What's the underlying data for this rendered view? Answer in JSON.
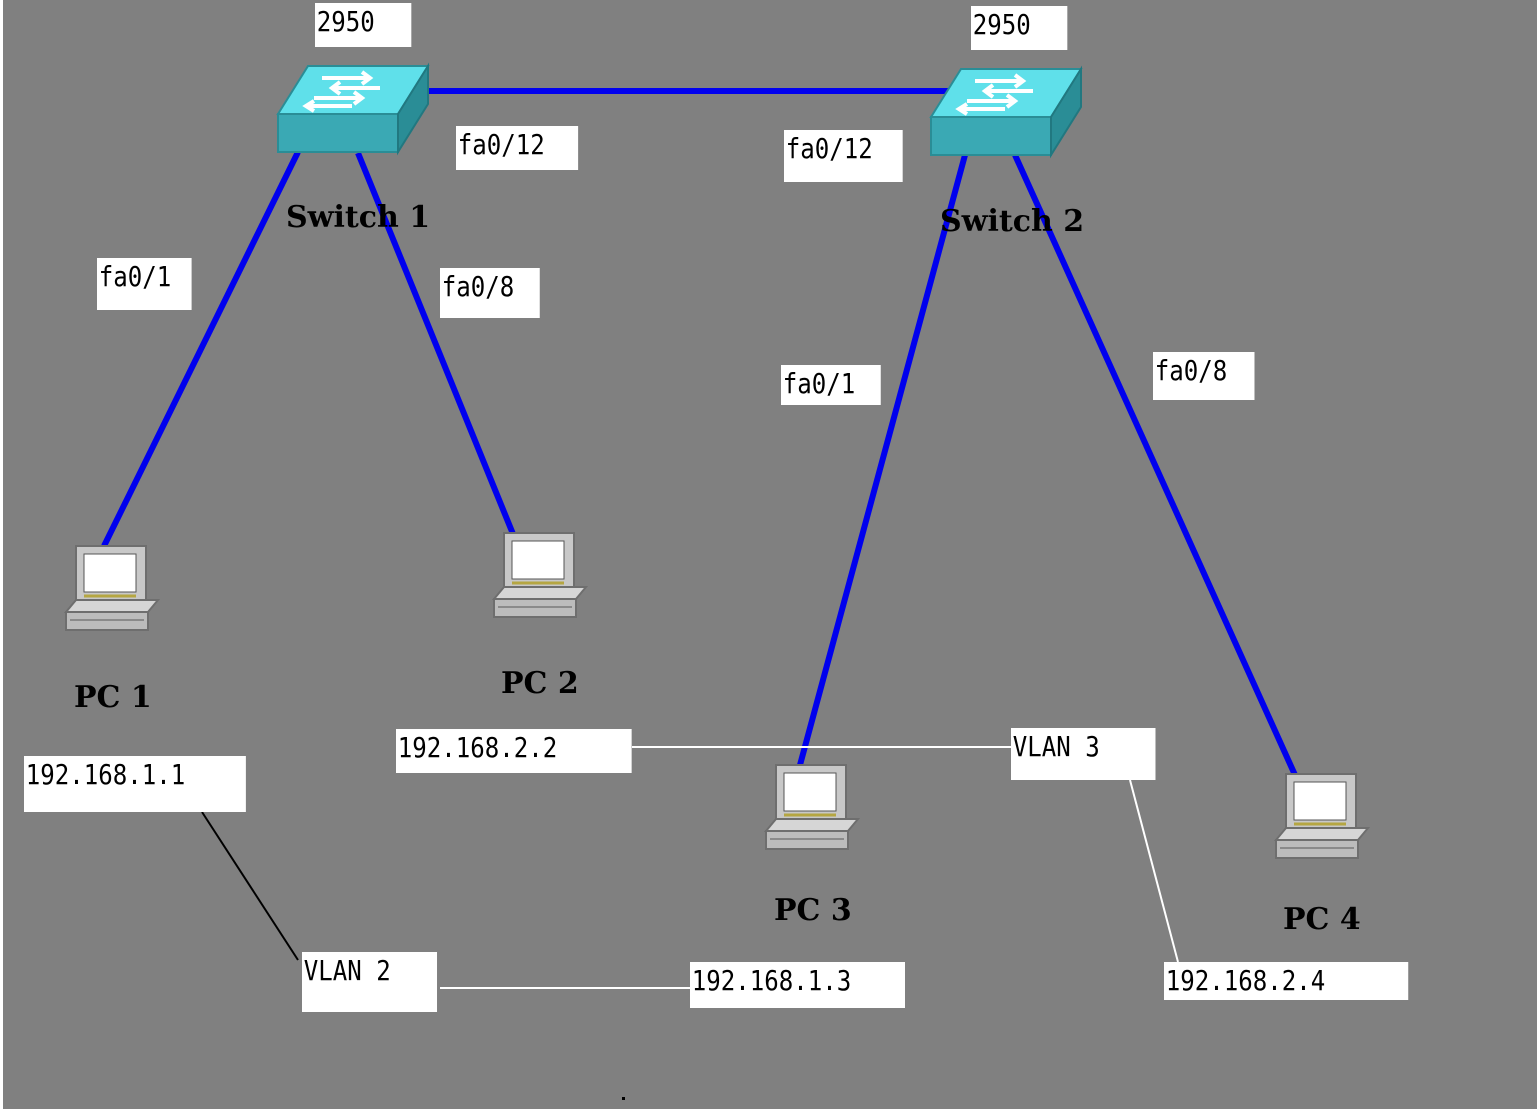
{
  "colors": {
    "background": "#808080",
    "link": "#0000ee",
    "annotation_line_white": "#ffffff",
    "annotation_line_black": "#000000",
    "switch_body": "#3aa9b4",
    "switch_top": "#5fe0ea"
  },
  "switches": [
    {
      "id": "switch-1",
      "name": "Switch 1",
      "model": "2950",
      "icon": "switch-icon"
    },
    {
      "id": "switch-2",
      "name": "Switch 2",
      "model": "2950",
      "icon": "switch-icon"
    }
  ],
  "pcs": [
    {
      "id": "pc-1",
      "name": "PC 1",
      "ip": "192.168.1.1",
      "icon": "computer-icon"
    },
    {
      "id": "pc-2",
      "name": "PC 2",
      "ip": "192.168.2.2",
      "icon": "computer-icon"
    },
    {
      "id": "pc-3",
      "name": "PC 3",
      "ip": "192.168.1.3",
      "icon": "computer-icon"
    },
    {
      "id": "pc-4",
      "name": "PC 4",
      "ip": "192.168.2.4",
      "icon": "computer-icon"
    }
  ],
  "ports": {
    "sw1_trunk": "fa0/12",
    "sw2_trunk": "fa0/12",
    "sw1_pc1": "fa0/1",
    "sw1_pc2": "fa0/8",
    "sw2_pc3": "fa0/1",
    "sw2_pc4": "fa0/8"
  },
  "vlans": [
    {
      "id": "vlan-2",
      "label": "VLAN 2"
    },
    {
      "id": "vlan-3",
      "label": "VLAN 3"
    }
  ]
}
